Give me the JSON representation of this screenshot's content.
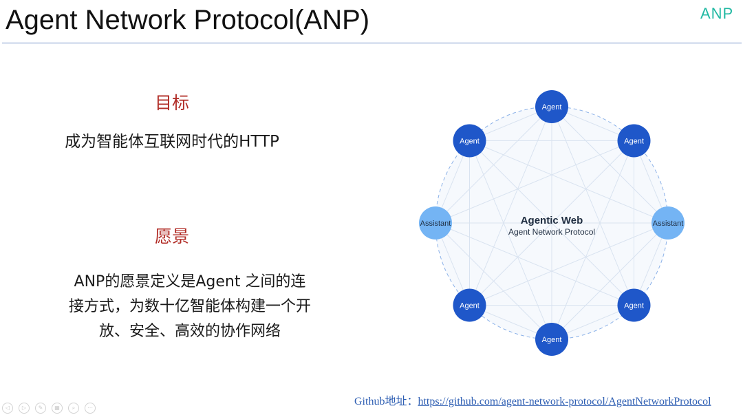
{
  "header": {
    "title": "Agent Network Protocol(ANP)",
    "logo_text": "ANP",
    "colors": {
      "rule": "#6f8fc6",
      "logo": "#22b9a3",
      "heading": "#b12c26"
    }
  },
  "goal": {
    "heading": "目标",
    "text": "成为智能体互联网时代的HTTP"
  },
  "vision": {
    "heading": "愿景",
    "lines": [
      "ANP的愿景定义是Agent 之间的连",
      "接方式，为数十亿智能体构建一个开",
      "放、安全、高效的协作网络"
    ]
  },
  "diagram": {
    "center_title": "Agentic Web",
    "center_subtitle": "Agent Network Protocol",
    "nodes": [
      {
        "label": "Agent",
        "kind": "agent"
      },
      {
        "label": "Agent",
        "kind": "agent"
      },
      {
        "label": "Assistant",
        "kind": "assistant"
      },
      {
        "label": "Agent",
        "kind": "agent"
      },
      {
        "label": "Agent",
        "kind": "agent"
      },
      {
        "label": "Agent",
        "kind": "agent"
      },
      {
        "label": "Assistant",
        "kind": "assistant"
      },
      {
        "label": "Agent",
        "kind": "agent"
      }
    ],
    "colors": {
      "agent": "#1f57c9",
      "assistant": "#74b4f4",
      "agent_text": "#ffffff",
      "assistant_text": "#1f2d40",
      "circle_fill": "#f6f9fd",
      "dashed_ring": "#8bb1e8",
      "mesh": "#d9e3f0"
    }
  },
  "footer": {
    "github_label": "Github地址：",
    "github_url": "https://github.com/agent-network-protocol/AgentNetworkProtocol"
  },
  "toolbar": {
    "buttons": [
      {
        "name": "previous-slide-icon",
        "glyph": "◁"
      },
      {
        "name": "next-slide-icon",
        "glyph": "▷"
      },
      {
        "name": "pen-icon",
        "glyph": "✎"
      },
      {
        "name": "slides-grid-icon",
        "glyph": "▦"
      },
      {
        "name": "zoom-icon",
        "glyph": "⌕"
      },
      {
        "name": "more-options-icon",
        "glyph": "⋯"
      }
    ]
  }
}
